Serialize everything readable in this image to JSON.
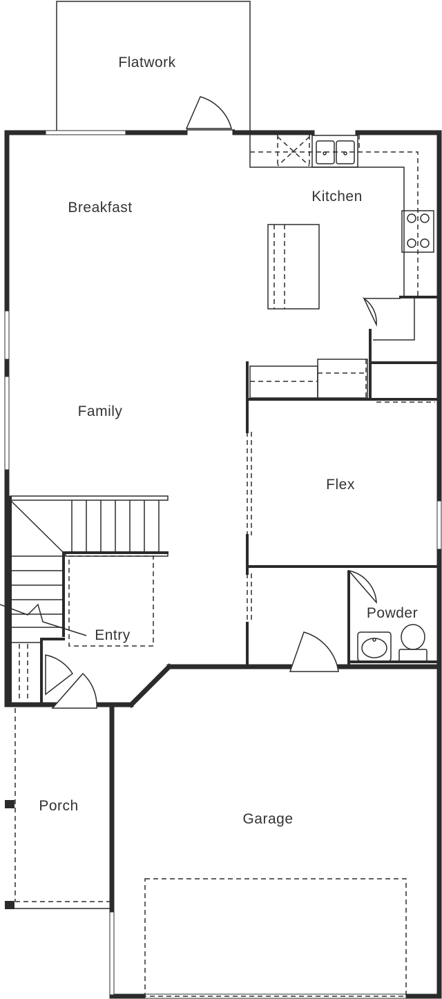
{
  "rooms": {
    "flatwork": "Flatwork",
    "breakfast": "Breakfast",
    "kitchen": "Kitchen",
    "family": "Family",
    "flex": "Flex",
    "powder": "Powder",
    "entry": "Entry",
    "porch": "Porch",
    "garage": "Garage"
  }
}
